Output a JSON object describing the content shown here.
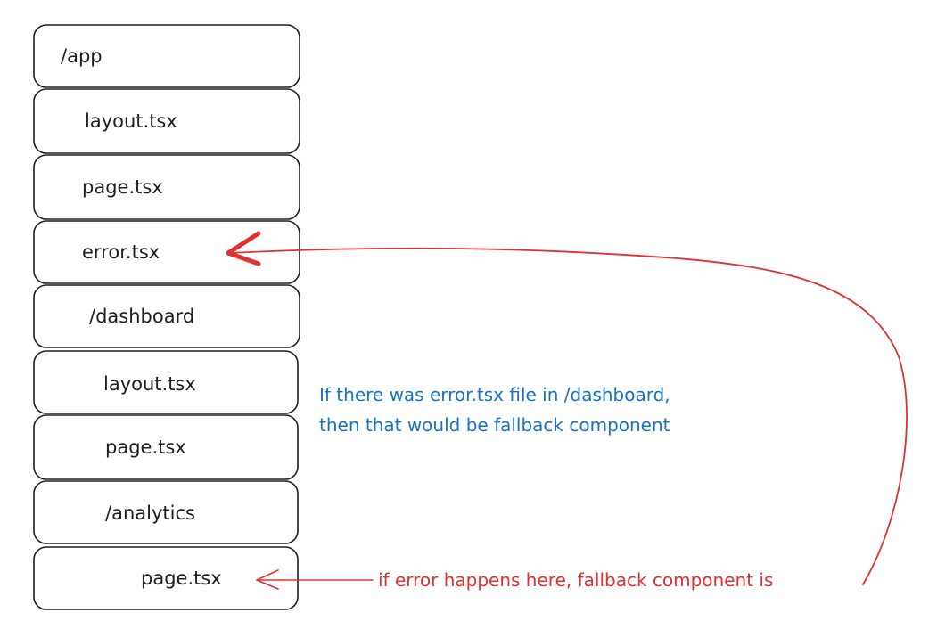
{
  "boxes": [
    {
      "label": "/app"
    },
    {
      "label": "layout.tsx"
    },
    {
      "label": "page.tsx"
    },
    {
      "label": "error.tsx"
    },
    {
      "label": "/dashboard"
    },
    {
      "label": "layout.tsx"
    },
    {
      "label": "page.tsx"
    },
    {
      "label": "/analytics"
    },
    {
      "label": "page.tsx"
    }
  ],
  "notes": {
    "blue_line1": "If there was error.tsx file in /dashboard,",
    "blue_line2": "then that would be fallback component",
    "red": "if error happens here, fallback component is"
  },
  "colors": {
    "stroke": "#1e1e1e",
    "blue": "#1971c2",
    "red": "#e03131"
  }
}
